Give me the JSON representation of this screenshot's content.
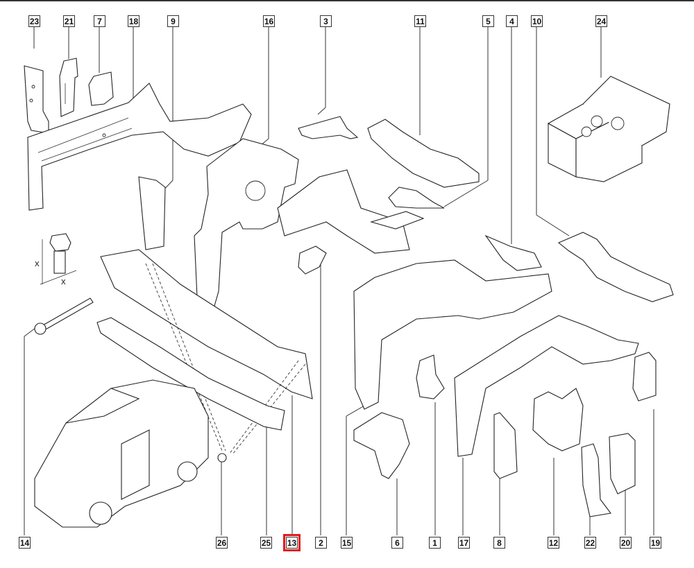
{
  "diagram": {
    "title": "Front structure parts diagram",
    "highlight_color": "#e0191e",
    "highlighted_part": "13",
    "dimension_label": "X",
    "top_callouts": [
      {
        "id": "23",
        "label": "23"
      },
      {
        "id": "21",
        "label": "21"
      },
      {
        "id": "7",
        "label": "7"
      },
      {
        "id": "18",
        "label": "18"
      },
      {
        "id": "9",
        "label": "9"
      },
      {
        "id": "16",
        "label": "16"
      },
      {
        "id": "3",
        "label": "3"
      },
      {
        "id": "11",
        "label": "11"
      },
      {
        "id": "5",
        "label": "5"
      },
      {
        "id": "4",
        "label": "4"
      },
      {
        "id": "10",
        "label": "10"
      },
      {
        "id": "24",
        "label": "24"
      }
    ],
    "bottom_callouts": [
      {
        "id": "14",
        "label": "14"
      },
      {
        "id": "26",
        "label": "26"
      },
      {
        "id": "25",
        "label": "25"
      },
      {
        "id": "13",
        "label": "13"
      },
      {
        "id": "2",
        "label": "2"
      },
      {
        "id": "15",
        "label": "15"
      },
      {
        "id": "6",
        "label": "6"
      },
      {
        "id": "1",
        "label": "1"
      },
      {
        "id": "17",
        "label": "17"
      },
      {
        "id": "8",
        "label": "8"
      },
      {
        "id": "12",
        "label": "12"
      },
      {
        "id": "22",
        "label": "22"
      },
      {
        "id": "20",
        "label": "20"
      },
      {
        "id": "19",
        "label": "19"
      }
    ]
  }
}
